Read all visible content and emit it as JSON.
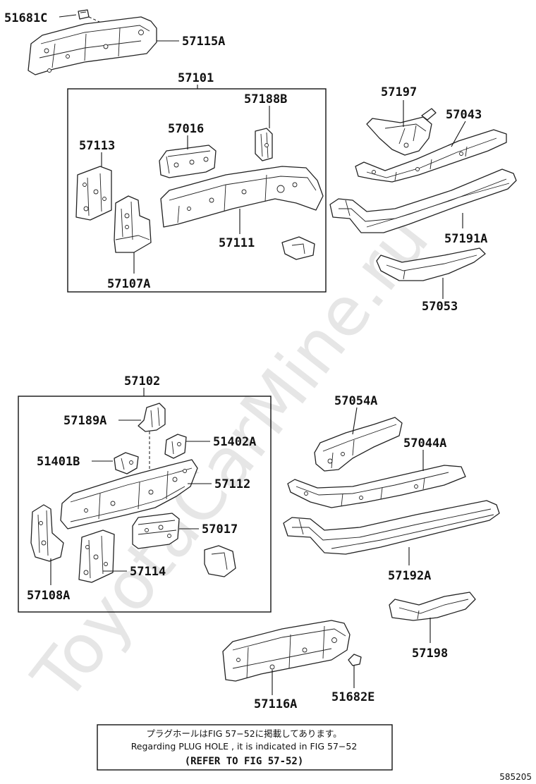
{
  "watermark": "ToyotaCarMine.ru",
  "labels": {
    "p51681C": "51681C",
    "p57115A": "57115A",
    "p57101": "57101",
    "p57188B": "57188B",
    "p57016": "57016",
    "p57113": "57113",
    "p57111": "57111",
    "p57107A": "57107A",
    "p57197": "57197",
    "p57043": "57043",
    "p57191A": "57191A",
    "p57053": "57053",
    "p57102": "57102",
    "p57189A": "57189A",
    "p51402A": "51402A",
    "p51401B": "51401B",
    "p57112": "57112",
    "p57017": "57017",
    "p57114": "57114",
    "p57108A": "57108A",
    "p57054A": "57054A",
    "p57044A": "57044A",
    "p57192A": "57192A",
    "p57198": "57198",
    "p57116A": "57116A",
    "p51682E": "51682E"
  },
  "note": {
    "line_jp": "プラグホールはFIG 57−52に掲載してあります。",
    "line_en": "Regarding  PLUG  HOLE , it is indicated in FIG  57−52",
    "line_ref": "(REFER TO FIG 57-52)"
  },
  "figure_number": "585205"
}
